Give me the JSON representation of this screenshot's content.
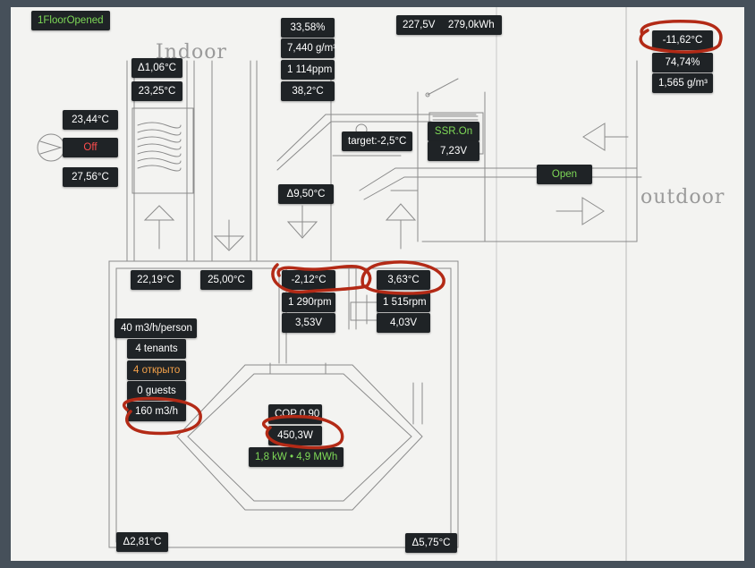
{
  "status": {
    "floor_opened": "1FloorOpened"
  },
  "labels": {
    "indoor": "Indoor",
    "outdoor": "outdoor"
  },
  "indoor": {
    "delta_temp": "Δ1,06°C",
    "temp": "23,25°C"
  },
  "room": {
    "humidity": "33,58%",
    "abs_humidity": "7,440 g/m³",
    "co2": "1 114ppm",
    "temp": "38,2°C"
  },
  "power": {
    "voltage": "227,5V",
    "energy": "279,0kWh"
  },
  "outdoor": {
    "temp": "-11,62°C",
    "humidity": "74,74%",
    "abs_humidity": "1,565 g/m³"
  },
  "heater": {
    "temp_in": "23,44°C",
    "state": "Off",
    "temp_out": "27,56°C"
  },
  "ssr": {
    "target": "target:-2,5°C",
    "state": "SSR.On",
    "voltage": "7,23V"
  },
  "damper": {
    "state": "Open"
  },
  "exchanger": {
    "delta_temp": "Δ9,50°C"
  },
  "ducts": {
    "supply_temp": "22,19°C",
    "extract_temp": "25,00°C",
    "fan1": {
      "temp": "-2,12°C",
      "rpm": "1 290rpm",
      "voltage": "3,53V"
    },
    "fan2": {
      "temp": "3,63°C",
      "rpm": "1 515rpm",
      "voltage": "4,03V"
    }
  },
  "ventilation": {
    "rate_per_person": "40 m3/h/person",
    "tenants": "4 tenants",
    "open": "4 открыто",
    "guests": "0 guests",
    "flow": "160 m3/h"
  },
  "heat_pump": {
    "cop": "COP 0,90",
    "power": "450,3W",
    "summary": "1,8 kW • 4,9 MWh"
  },
  "bottom": {
    "delta_left": "Δ2,81°C",
    "delta_right": "Δ5,75°C"
  },
  "colors": {
    "badge_bg": "#1f2326",
    "ok_green": "#7ed957",
    "alert_red": "#ff4d4d",
    "warn_orange": "#f5a24a",
    "annotation_red": "#b32a16"
  }
}
